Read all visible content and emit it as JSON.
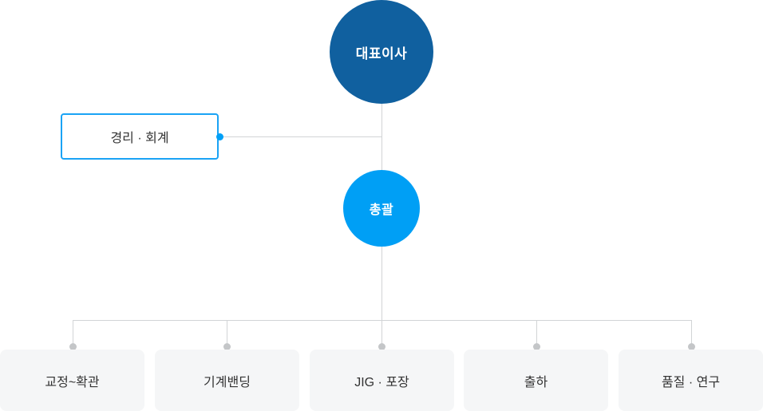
{
  "chart": {
    "type": "org-chart",
    "title": "",
    "colors": {
      "ceo_circle": "#10609f",
      "gm_circle": "#009ff5",
      "accent_blue": "#1aa3f5",
      "dot_blue": "#00a0f7",
      "leaf_background": "#f5f6f7",
      "line_gray": "#d2d4d6",
      "dot_gray": "#c4c6c8",
      "text_dark": "#333333",
      "text_white": "#ffffff"
    },
    "nodes": {
      "ceo": {
        "label": "대표이사",
        "shape": "circle",
        "level": 1
      },
      "staff": {
        "label": "경리 · 회계",
        "shape": "rounded-rect-outlined",
        "level": 2
      },
      "general_manager": {
        "label": "총괄",
        "shape": "circle",
        "level": 2
      }
    },
    "leaves": [
      {
        "label": "교정~확관"
      },
      {
        "label": "기계밴딩"
      },
      {
        "label": "JIG · 포장"
      },
      {
        "label": "출하"
      },
      {
        "label": "품질 · 연구"
      }
    ]
  }
}
